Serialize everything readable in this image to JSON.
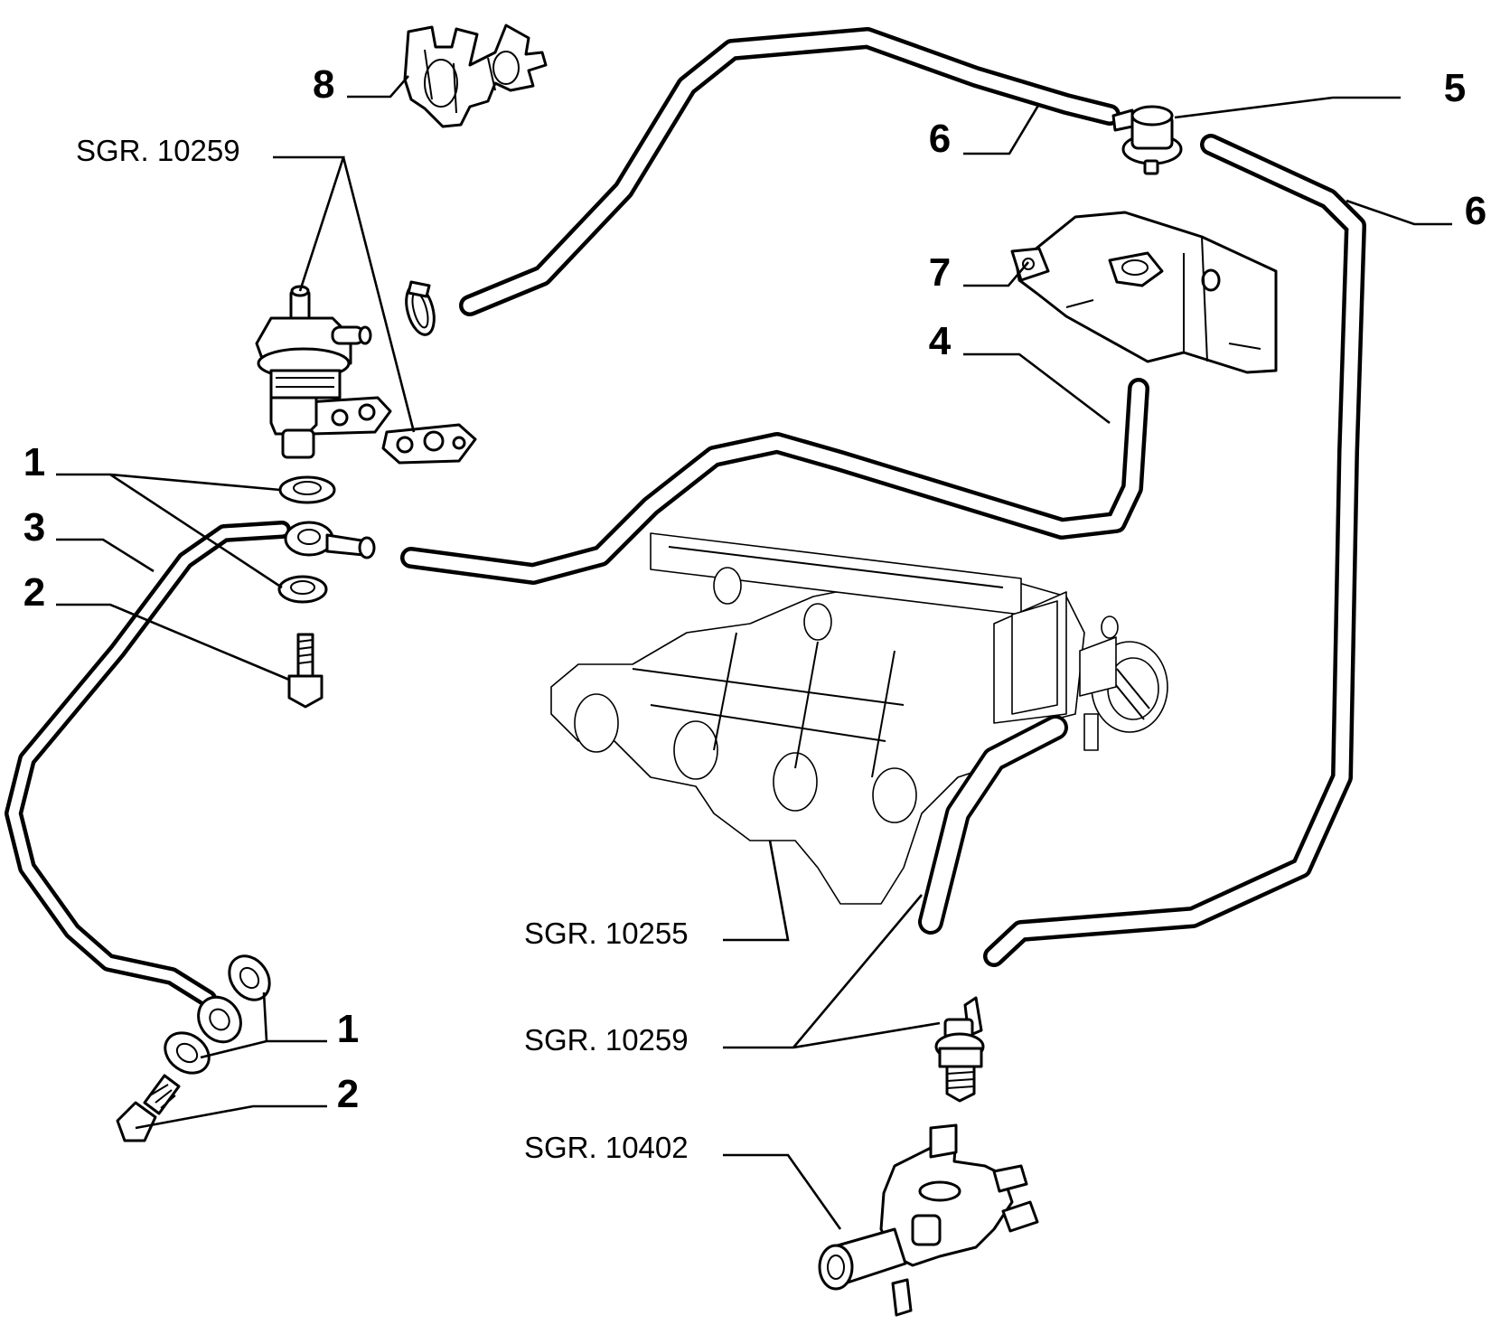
{
  "diagram": {
    "callouts": {
      "c8": "8",
      "c5": "5",
      "c6_top": "6",
      "c6_right": "6",
      "c7": "7",
      "c4": "4",
      "c1_top": "1",
      "c3": "3",
      "c2_top": "2",
      "c1_bottom": "1",
      "c2_bottom": "2"
    },
    "references": {
      "ref_valve": "SGR. 10259",
      "ref_manifold": "SGR. 10255",
      "ref_sensor": "SGR. 10259",
      "ref_housing": "SGR. 10402"
    }
  }
}
